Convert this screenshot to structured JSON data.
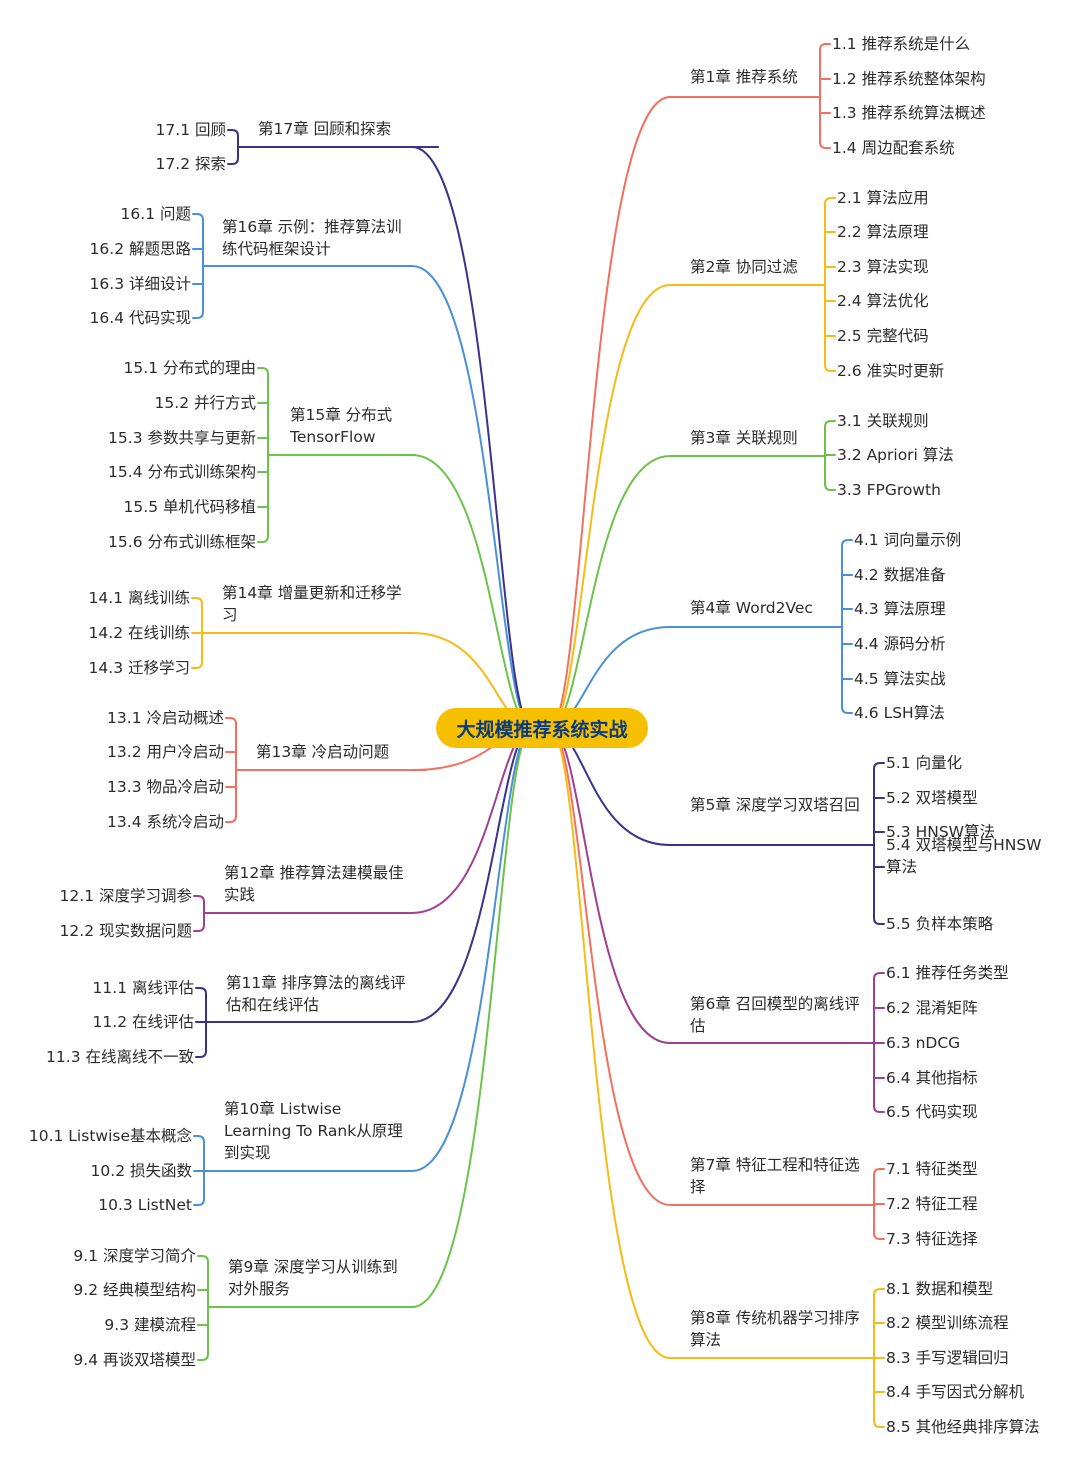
{
  "central_topic": "大规模推荐系统实战",
  "branches": [
    {
      "id": "c1",
      "title": "第1章 推荐系统",
      "color": "#f2705f",
      "children": [
        "1.1 推荐系统是什么",
        "1.2 推荐系统整体架构",
        "1.3 推荐系统算法概述",
        "1.4 周边配套系统"
      ]
    },
    {
      "id": "c2",
      "title": "第2章 协同过滤",
      "color": "#f6bb17",
      "children": [
        "2.1 算法应用",
        "2.2 算法原理",
        "2.3 算法实现",
        "2.4 算法优化",
        "2.5 完整代码",
        "2.6 准实时更新"
      ]
    },
    {
      "id": "c3",
      "title": "第3章 关联规则",
      "color": "#6cc24a",
      "children": [
        "3.1 关联规则",
        "3.2 Apriori 算法",
        "3.3 FPGrowth"
      ]
    },
    {
      "id": "c4",
      "title": "第4章 Word2Vec",
      "color": "#4a90d9",
      "children": [
        "4.1 词向量示例",
        "4.2 数据准备",
        "4.3 算法原理",
        "4.4 源码分析",
        "4.5 算法实战",
        "4.6 LSH算法"
      ]
    },
    {
      "id": "c5",
      "title": "第5章 深度学习双塔召回",
      "color": "#39338a",
      "children": [
        "5.1 向量化",
        "5.2 双塔模型",
        "5.3 HNSW算法",
        "5.4 双塔模型与HNSW算法",
        "5.5 负样本策略"
      ]
    },
    {
      "id": "c6",
      "title": "第6章 召回模型的离线评估",
      "color": "#a03f8e",
      "children": [
        "6.1 推荐任务类型",
        "6.2 混淆矩阵",
        "6.3 nDCG",
        "6.4 其他指标",
        "6.5 代码实现"
      ]
    },
    {
      "id": "c7",
      "title": "第7章 特征工程和特征选择",
      "color": "#f2705f",
      "children": [
        "7.1 特征类型",
        "7.2 特征工程",
        "7.3 特征选择"
      ]
    },
    {
      "id": "c8",
      "title": "第8章 传统机器学习排序算法",
      "color": "#f6bb17",
      "children": [
        "8.1 数据和模型",
        "8.2 模型训练流程",
        "8.3 手写逻辑回归",
        "8.4 手写因式分解机",
        "8.5 其他经典排序算法"
      ]
    },
    {
      "id": "c9",
      "title": "第9章 深度学习从训练到对外服务",
      "color": "#6cc24a",
      "children": [
        "9.1 深度学习简介",
        "9.2 经典模型结构",
        "9.3 建模流程",
        "9.4 再谈双塔模型"
      ]
    },
    {
      "id": "c10",
      "title": "第10章 Listwise Learning To Rank从原理到实现",
      "color": "#4a90d9",
      "children": [
        "10.1 Listwise基本概念",
        "10.2 损失函数",
        "10.3 ListNet"
      ]
    },
    {
      "id": "c11",
      "title": "第11章 排序算法的离线评估和在线评估",
      "color": "#39338a",
      "children": [
        "11.1 离线评估",
        "11.2 在线评估",
        "11.3 在线离线不一致"
      ]
    },
    {
      "id": "c12",
      "title": "第12章 推荐算法建模最佳实践",
      "color": "#a03f8e",
      "children": [
        "12.1 深度学习调参",
        "12.2 现实数据问题"
      ]
    },
    {
      "id": "c13",
      "title": "第13章 冷启动问题",
      "color": "#f2705f",
      "children": [
        "13.1 冷启动概述",
        "13.2 用户冷启动",
        "13.3 物品冷启动",
        "13.4 系统冷启动"
      ]
    },
    {
      "id": "c14",
      "title": "第14章 增量更新和迁移学习",
      "color": "#f6bb17",
      "children": [
        "14.1 离线训练",
        "14.2 在线训练",
        "14.3 迁移学习"
      ]
    },
    {
      "id": "c15",
      "title": "第15章 分布式TensorFlow",
      "color": "#6cc24a",
      "children": [
        "15.1 分布式的理由",
        "15.2 并行方式",
        "15.3 参数共享与更新",
        "15.4 分布式训练架构",
        "15.5 单机代码移植",
        "15.6 分布式训练框架"
      ]
    },
    {
      "id": "c16",
      "title": "第16章 示例：推荐算法训练代码框架设计",
      "color": "#4a90d9",
      "children": [
        "16.1 问题",
        "16.2 解题思路",
        "16.3 详细设计",
        "16.4 代码实现"
      ]
    },
    {
      "id": "c17",
      "title": "第17章 回顾和探索",
      "color": "#39338a",
      "children": [
        "17.1 回顾",
        "17.2 探索"
      ]
    }
  ]
}
